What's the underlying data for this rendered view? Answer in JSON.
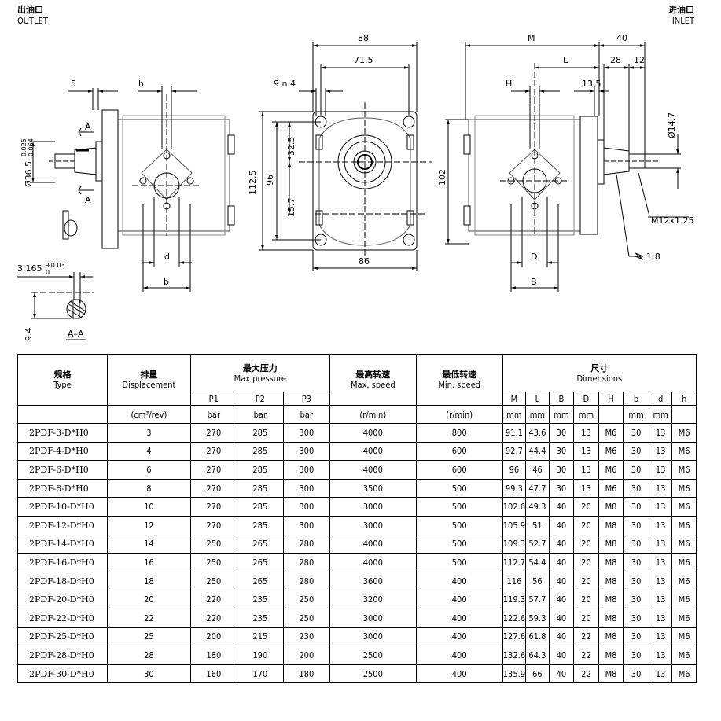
{
  "corners": {
    "outlet_cn": "出油口",
    "outlet_en": "OUTLET",
    "inlet_cn": "进油口",
    "inlet_en": "INLET"
  },
  "dims": {
    "d5": "5",
    "h": "h",
    "A_top": "A",
    "A_bottom": "A",
    "shaft_dia": "Ø36.5",
    "shaft_tol_top": "-0.025",
    "shaft_tol_bot": "-0.064",
    "d": "d",
    "b": "b",
    "key_width": "3.165",
    "key_tol_top": "+0.03",
    "key_tol_bot": "0",
    "key_depth": "9.4",
    "section_label": "A–A",
    "d88": "88",
    "d71_5": "71.5",
    "holes": "9  n.4",
    "d32_5": "32.5",
    "d15_7": "15.7",
    "d112_5": "112.5",
    "d96": "96",
    "d86": "86",
    "M": "M",
    "d40": "40",
    "L": "L",
    "d28": "28",
    "d12": "12",
    "H": "H",
    "d13_5": "13.5",
    "d14_7": "Ø14.7",
    "d102": "102",
    "D": "D",
    "B": "B",
    "thread": "M12x1.25",
    "taper": "1:8"
  },
  "table": {
    "headers": {
      "type_cn": "规格",
      "type_en": "Type",
      "disp_cn": "排量",
      "disp_en": "Displacement",
      "press_cn": "最大压力",
      "press_en": "Max pressure",
      "speed_cn": "最高转速",
      "speed_en": "Max. speed",
      "minspeed_cn": "最低转速",
      "minspeed_en": "Min. speed",
      "dim_cn": "尺寸",
      "dim_en": "Dimensions"
    },
    "sub_headers": [
      "P1",
      "P2",
      "P3",
      "M",
      "L",
      "B",
      "D",
      "H",
      "b",
      "d",
      "h"
    ],
    "units": [
      "(cm³/rev)",
      "bar",
      "bar",
      "bar",
      "(r/min)",
      "(r/min)",
      "mm",
      "mm",
      "mm",
      "mm",
      "",
      "mm",
      "mm",
      ""
    ],
    "rows": [
      [
        "2PDF-3-D*H0",
        "3",
        "270",
        "285",
        "300",
        "4000",
        "800",
        "91.1",
        "43.6",
        "30",
        "13",
        "M6",
        "30",
        "13",
        "M6"
      ],
      [
        "2PDF-4-D*H0",
        "4",
        "270",
        "285",
        "300",
        "4000",
        "600",
        "92.7",
        "44.4",
        "30",
        "13",
        "M6",
        "30",
        "13",
        "M6"
      ],
      [
        "2PDF-6-D*H0",
        "6",
        "270",
        "285",
        "300",
        "4000",
        "600",
        "96",
        "46",
        "30",
        "13",
        "M6",
        "30",
        "13",
        "M6"
      ],
      [
        "2PDF-8-D*H0",
        "8",
        "270",
        "285",
        "300",
        "3500",
        "500",
        "99.3",
        "47.7",
        "30",
        "13",
        "M6",
        "30",
        "13",
        "M6"
      ],
      [
        "2PDF-10-D*H0",
        "10",
        "270",
        "285",
        "300",
        "3000",
        "500",
        "102.6",
        "49.3",
        "40",
        "20",
        "M8",
        "30",
        "13",
        "M6"
      ],
      [
        "2PDF-12-D*H0",
        "12",
        "270",
        "285",
        "300",
        "3000",
        "500",
        "105.9",
        "51",
        "40",
        "20",
        "M8",
        "30",
        "13",
        "M6"
      ],
      [
        "2PDF-14-D*H0",
        "14",
        "250",
        "265",
        "280",
        "4000",
        "500",
        "109.3",
        "52.7",
        "40",
        "20",
        "M8",
        "30",
        "13",
        "M6"
      ],
      [
        "2PDF-16-D*H0",
        "16",
        "250",
        "265",
        "280",
        "4000",
        "500",
        "112.7",
        "54.4",
        "40",
        "20",
        "M8",
        "30",
        "13",
        "M6"
      ],
      [
        "2PDF-18-D*H0",
        "18",
        "250",
        "265",
        "280",
        "3600",
        "400",
        "116",
        "56",
        "40",
        "20",
        "M8",
        "30",
        "13",
        "M6"
      ],
      [
        "2PDF-20-D*H0",
        "20",
        "220",
        "235",
        "250",
        "3200",
        "400",
        "119.3",
        "57.7",
        "40",
        "20",
        "M8",
        "30",
        "13",
        "M6"
      ],
      [
        "2PDF-22-D*H0",
        "22",
        "220",
        "235",
        "250",
        "3000",
        "400",
        "122.6",
        "59.3",
        "40",
        "20",
        "M8",
        "30",
        "13",
        "M6"
      ],
      [
        "2PDF-25-D*H0",
        "25",
        "200",
        "215",
        "230",
        "3000",
        "400",
        "127.6",
        "61.8",
        "40",
        "22",
        "M8",
        "30",
        "13",
        "M6"
      ],
      [
        "2PDF-28-D*H0",
        "28",
        "180",
        "190",
        "200",
        "2500",
        "400",
        "132.6",
        "64.3",
        "40",
        "22",
        "M8",
        "30",
        "13",
        "M6"
      ],
      [
        "2PDF-30-D*H0",
        "30",
        "160",
        "170",
        "180",
        "2500",
        "400",
        "135.9",
        "66",
        "40",
        "22",
        "M8",
        "30",
        "13",
        "M6"
      ]
    ]
  }
}
